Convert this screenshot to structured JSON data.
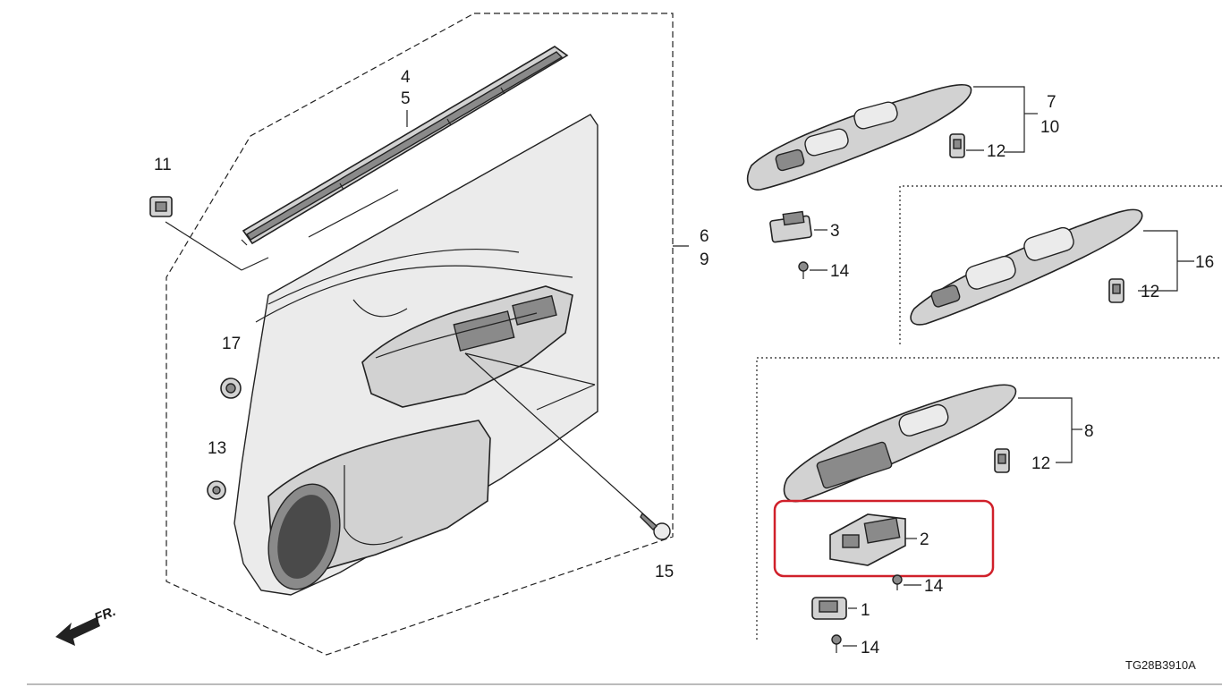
{
  "callouts": {
    "p1": "1",
    "p2": "2",
    "p3": "3",
    "p4": "4",
    "p5": "5",
    "p6": "6",
    "p7": "7",
    "p8": "8",
    "p9": "9",
    "p10": "10",
    "p11": "11",
    "p12a": "12",
    "p12b": "12",
    "p12c": "12",
    "p13": "13",
    "p14a": "14",
    "p14b": "14",
    "p14c": "14",
    "p15": "15",
    "p16": "16",
    "p17": "17"
  },
  "direction_label": "FR.",
  "diagram_code": "TG28B3910A",
  "highlight_color": "#d0202a"
}
